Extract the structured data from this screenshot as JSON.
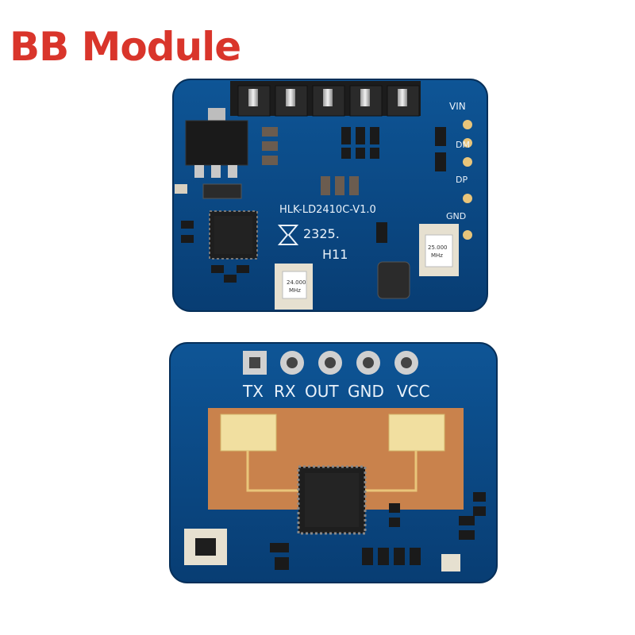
{
  "title": "BB Module",
  "colors": {
    "title_text": "#d9352b",
    "pcb": "#0b4a86",
    "pcb_dark": "#073a6c",
    "pcb_edge": "#062f59",
    "antenna_area": "#c9824c",
    "gold": "#e9c57a",
    "silkscreen": "#eaf2fa"
  },
  "top_board": {
    "model_label": "HLK-LD2410C-V1.0",
    "date_code": "2325.",
    "marking": "H11",
    "pin_labels": [
      "VIN",
      "DM",
      "DP",
      "GND"
    ],
    "crystal_1": [
      "24.000",
      "MHz"
    ],
    "crystal_2": [
      "25.000",
      "MHz"
    ]
  },
  "bottom_board": {
    "pin_labels": [
      "TX",
      "RX",
      "OUT",
      "GND",
      "VCC"
    ]
  }
}
